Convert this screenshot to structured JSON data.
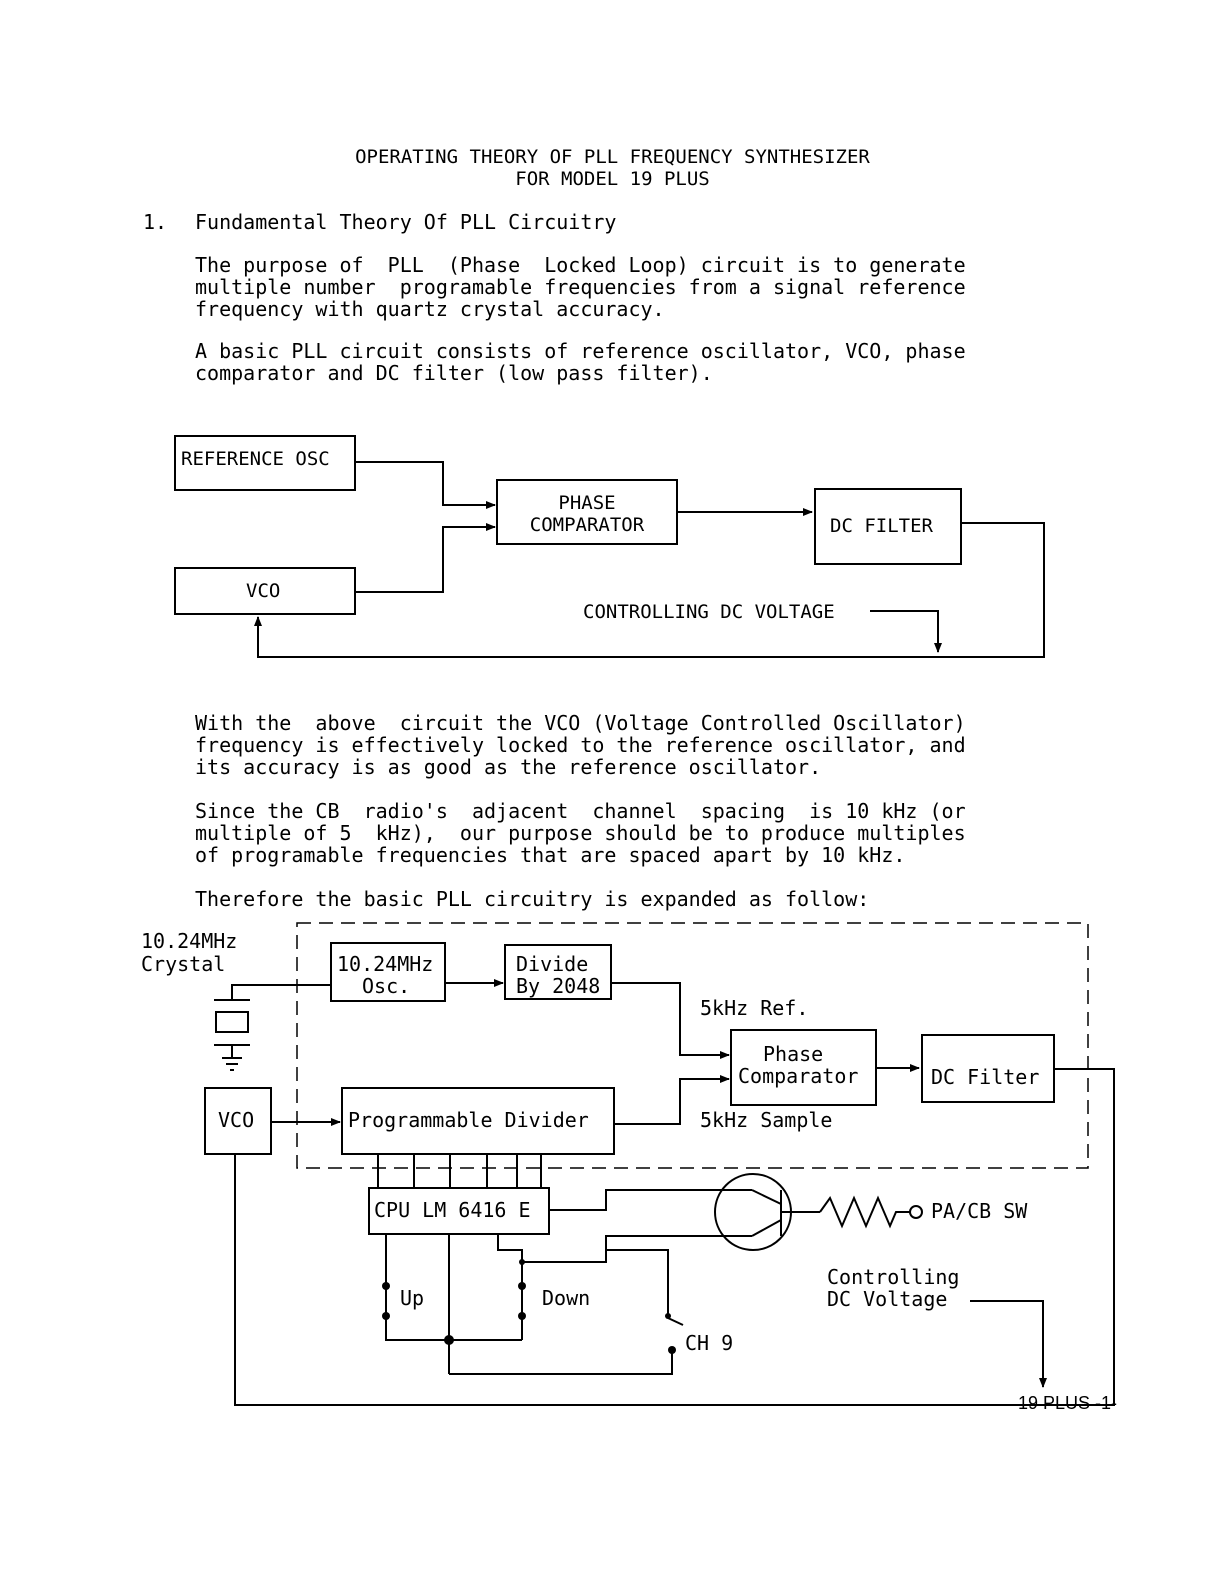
{
  "header": {
    "title_line1": "OPERATING THEORY OF PLL FREQUENCY SYNTHESIZER",
    "title_line2": "FOR MODEL 19 PLUS"
  },
  "section": {
    "number": "1.",
    "title": "Fundamental Theory Of PLL Circuitry"
  },
  "paragraphs": {
    "p1": "The purpose of  PLL  (Phase  Locked Loop) circuit is to generate\nmultiple number  programable frequencies from a signal reference\nfrequency with quartz crystal accuracy.",
    "p2": "A basic PLL circuit consists of reference oscillator, VCO, phase\ncomparator and DC filter (low pass filter).",
    "p3": "With the  above  circuit the VCO (Voltage Controlled Oscillator)\nfrequency is effectively locked to the reference oscillator, and\nits accuracy is as good as the reference oscillator.",
    "p4": "Since the CB  radio's  adjacent  channel  spacing  is 10 kHz (or\nmultiple of 5  kHz),  our purpose should be to produce multiples\nof programable frequencies that are spaced apart by 10 kHz.",
    "p5": "Therefore the basic PLL circuitry is expanded as follow:"
  },
  "diagram1": {
    "reference_osc": "REFERENCE OSC",
    "phase_comparator_line1": "PHASE",
    "phase_comparator_line2": "COMPARATOR",
    "dc_filter": "DC FILTER",
    "vco": "VCO",
    "controlling_voltage": "CONTROLLING DC VOLTAGE"
  },
  "diagram2": {
    "crystal_line1": "10.24MHz",
    "crystal_line2": "Crystal",
    "osc_line1": "10.24MHz",
    "osc_line2": "Osc.",
    "divide_line1": "Divide",
    "divide_line2": "By 2048",
    "ref_label": "5kHz Ref.",
    "phase_comparator_line1": "Phase",
    "phase_comparator_line2": "Comparator",
    "dc_filter": "DC Filter",
    "vco": "VCO",
    "programmable_divider": "Programmable Divider",
    "sample_label": "5kHz Sample",
    "cpu": "CPU LM 6416 E",
    "switch_label": "PA/CB SW",
    "controlling_line1": "Controlling",
    "controlling_line2": "DC Voltage",
    "up": "Up",
    "down": "Down",
    "ch9": "CH 9"
  },
  "footer": {
    "page_number": "19 PLUS -1-"
  }
}
